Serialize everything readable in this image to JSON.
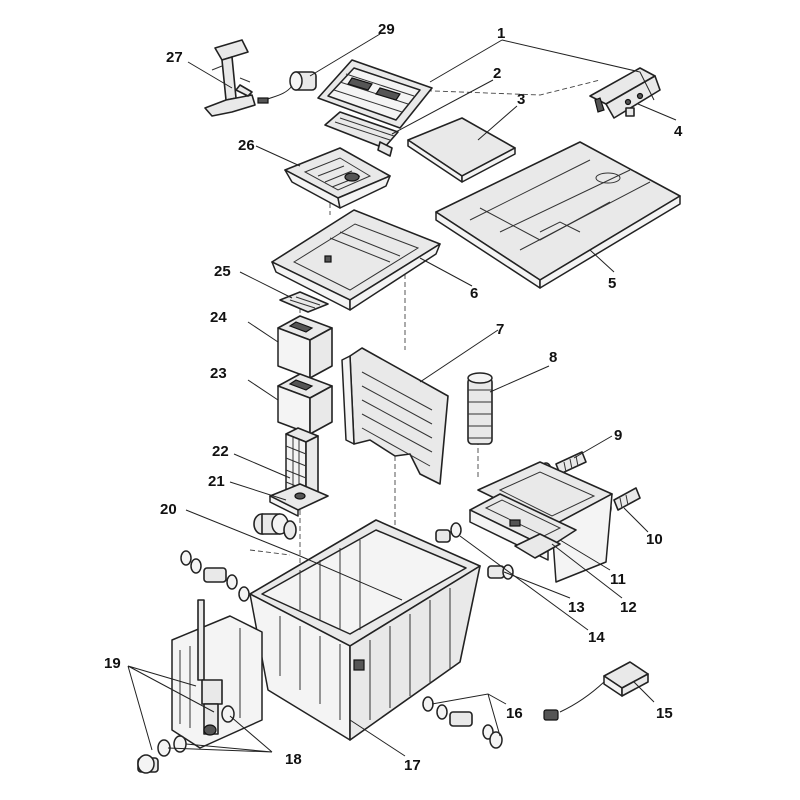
{
  "parts": {
    "p1": "1",
    "p2": "2",
    "p3": "3",
    "p4": "4",
    "p5": "5",
    "p6": "6",
    "p7": "7",
    "p8": "8",
    "p9": "9",
    "p10": "10",
    "p11": "11",
    "p12": "12",
    "p13": "13",
    "p14": "14",
    "p15": "15",
    "p16": "16",
    "p17": "17",
    "p18": "18",
    "p19": "19",
    "p20": "20",
    "p21": "21",
    "p22": "22",
    "p23": "23",
    "p24": "24",
    "p25": "25",
    "p26": "26",
    "p27": "27",
    "p29": "29"
  }
}
